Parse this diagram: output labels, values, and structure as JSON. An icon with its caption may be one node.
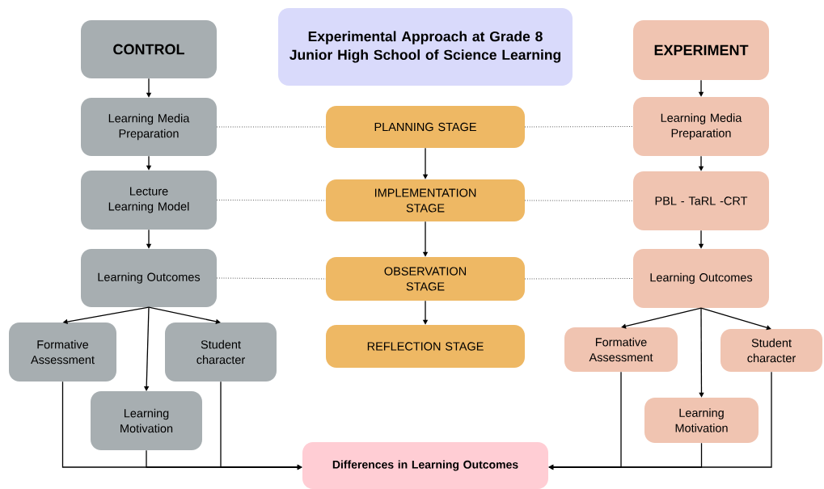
{
  "diagram": {
    "nodes": [
      {
        "text": [
          "Experimental Approach at Grade 8 Junior High School of Science Learning"
        ]
      },
      {
        "text": [
          "CONTROL"
        ]
      },
      {
        "text": [
          "EXPERIMENT"
        ]
      },
      {
        "text": [
          "Learning Media Preparation"
        ]
      },
      {
        "text": [
          "PLANNING STAGE"
        ]
      },
      {
        "text": [
          "Learning Media Preparation"
        ]
      },
      {
        "text": [
          "Lecture Learning Model"
        ]
      },
      {
        "text": [
          "IMPLEMENTATION STAGE"
        ]
      },
      {
        "text": [
          "PBL - TaRL -CRT"
        ]
      },
      {
        "text": [
          "Learning Outcomes"
        ]
      },
      {
        "text": [
          "OBSERVATION STAGE"
        ]
      },
      {
        "text": [
          "Learning Outcomes"
        ]
      },
      {
        "text": [
          "Formative Assessment"
        ]
      },
      {
        "text": [
          "Student character"
        ]
      },
      {
        "text": [
          "REFLECTION STAGE"
        ]
      },
      {
        "text": [
          "Formative Assessment"
        ]
      },
      {
        "text": [
          "Student character"
        ]
      },
      {
        "text": [
          "Learning Motivation"
        ]
      },
      {
        "text": [
          "Learning Motivation"
        ]
      },
      {
        "text": [
          "Differences in Learning Outcomes"
        ]
      }
    ],
    "edges": [
      {
        "from": 1,
        "to": 3,
        "arrow": "to"
      },
      {
        "from": 3,
        "to": 6,
        "arrow": "to"
      },
      {
        "from": 6,
        "to": 9,
        "arrow": "to"
      },
      {
        "from": 9,
        "to": 12,
        "arrow": "to"
      },
      {
        "from": 9,
        "to": 17,
        "arrow": "to"
      },
      {
        "from": 9,
        "to": 13,
        "arrow": "to"
      },
      {
        "from": 12,
        "to": 19,
        "arrow": "to"
      },
      {
        "from": 17,
        "to": 19,
        "arrow": "to"
      },
      {
        "from": 13,
        "to": 19,
        "arrow": "to"
      },
      {
        "from": 2,
        "to": 5,
        "arrow": "to"
      },
      {
        "from": 5,
        "to": 8,
        "arrow": "to"
      },
      {
        "from": 8,
        "to": 11,
        "arrow": "to"
      },
      {
        "from": 11,
        "to": 15,
        "arrow": "to"
      },
      {
        "from": 11,
        "to": 18,
        "arrow": "to"
      },
      {
        "from": 11,
        "to": 16,
        "arrow": "to"
      },
      {
        "from": 15,
        "to": 19,
        "arrow": "to"
      },
      {
        "from": 18,
        "to": 19,
        "arrow": "to"
      },
      {
        "from": 16,
        "to": 19,
        "arrow": "to"
      },
      {
        "from": 4,
        "to": 7,
        "arrow": "to"
      },
      {
        "from": 7,
        "to": 10,
        "arrow": "to"
      },
      {
        "from": 10,
        "to": 14,
        "arrow": "to"
      },
      {
        "from": 3,
        "to": 4,
        "arrow": "none",
        "style": "dashed"
      },
      {
        "from": 4,
        "to": 5,
        "arrow": "none",
        "style": "dashed"
      },
      {
        "from": 6,
        "to": 7,
        "arrow": "none",
        "style": "dashed"
      },
      {
        "from": 7,
        "to": 8,
        "arrow": "none",
        "style": "dashed"
      },
      {
        "from": 9,
        "to": 10,
        "arrow": "none",
        "style": "dashed"
      },
      {
        "from": 10,
        "to": 11,
        "arrow": "none",
        "style": "dashed"
      }
    ]
  }
}
